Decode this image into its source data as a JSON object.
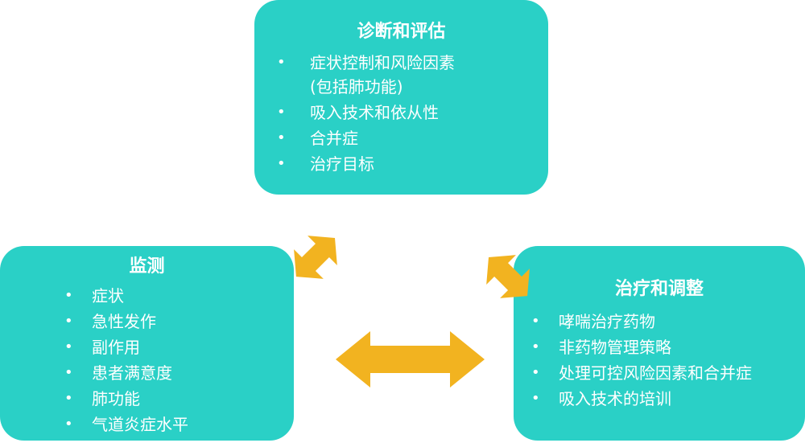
{
  "diagnose": {
    "title": "诊断和评估",
    "items": [
      "症状控制和风险因素",
      "(包括肺功能)",
      "吸入技术和依从性",
      "合并症",
      "治疗目标"
    ]
  },
  "monitor": {
    "title": "监测",
    "items": [
      "症状",
      "急性发作",
      "副作用",
      "患者满意度",
      "肺功能",
      "气道炎症水平"
    ]
  },
  "treat": {
    "title": "治疗和调整",
    "items": [
      "哮喘治疗药物",
      "非药物管理策略",
      "处理可控风险因素和合并症",
      "吸入技术的培训"
    ]
  },
  "colors": {
    "box": "#2ad0c6",
    "arrow": "#f2b320",
    "text": "#ffffff"
  },
  "bullet_symbol": "•"
}
